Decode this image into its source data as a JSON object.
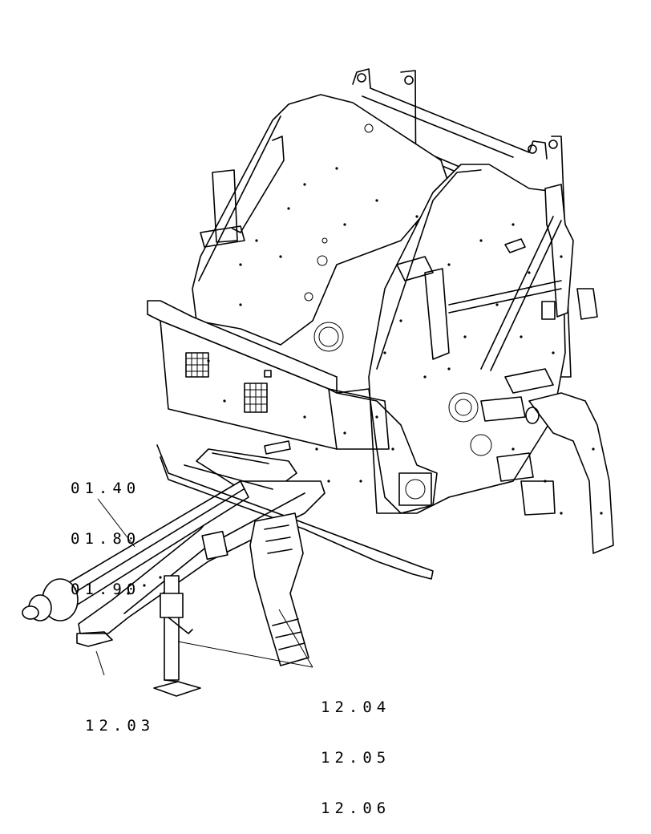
{
  "callouts": {
    "top_left": [
      "01.40",
      "01.80",
      "01.90"
    ],
    "bottom_left": [
      "12.03"
    ],
    "bottom_right": [
      "12.04",
      "12.05",
      "12.06"
    ]
  }
}
